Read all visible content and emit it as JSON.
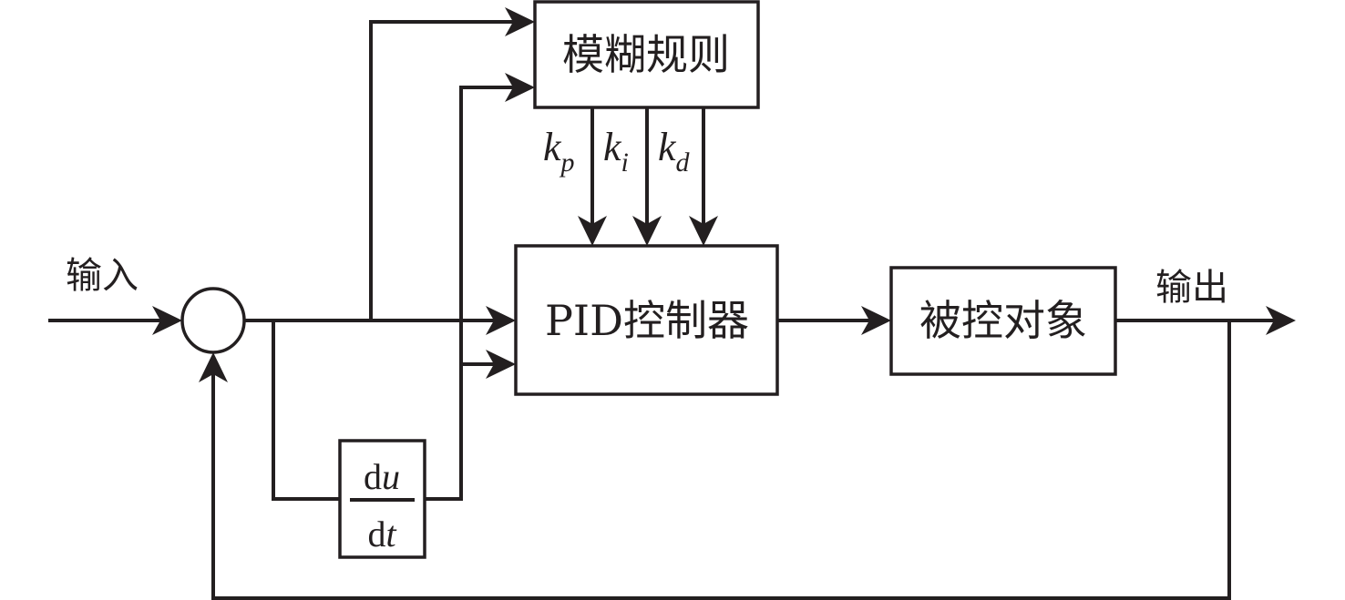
{
  "diagram": {
    "title": "Fuzzy PID control block diagram",
    "input_label": "输入",
    "output_label": "输出",
    "fuzzy_rules_label": "模糊规则",
    "pid_controller_label": "PID控制器",
    "plant_label": "被控对象",
    "derivative_block": {
      "numerator_d": "d",
      "numerator_var": "u",
      "denominator_d": "d",
      "denominator_var": "t"
    },
    "gains": [
      {
        "base": "k",
        "sub": "p"
      },
      {
        "base": "k",
        "sub": "i"
      },
      {
        "base": "k",
        "sub": "d"
      }
    ],
    "colors": {
      "stroke": "#231f20",
      "background": "#ffffff"
    }
  }
}
